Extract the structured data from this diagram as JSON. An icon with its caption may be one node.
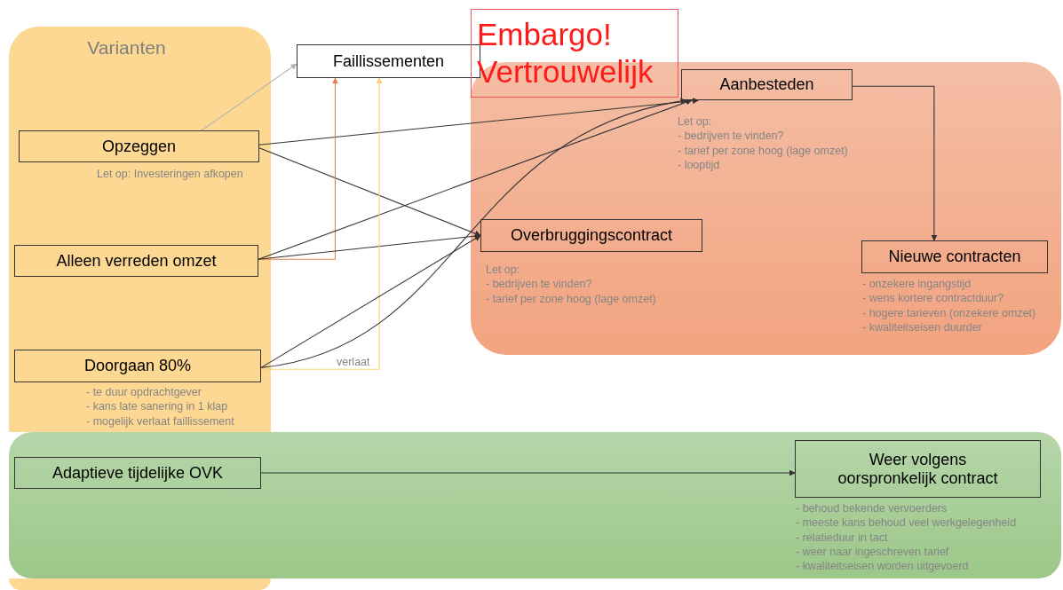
{
  "diagram": {
    "nodes": [
      {
        "text": [
          "Varianten"
        ]
      },
      {
        "text": [
          "Faillissementen"
        ]
      },
      {
        "text": [],
        "shape": "box"
      },
      {
        "text": [],
        "shape": "box"
      },
      {
        "text": [
          "Opzeggen"
        ],
        "in": 0,
        "beside": [
          "Let op: Investeringen afkopen"
        ]
      },
      {
        "text": [
          "Alleen verreden omzet"
        ],
        "in": 0
      },
      {
        "text": [
          "Doorgaan 80%"
        ],
        "in": 0,
        "beside": [
          "- te duur opdrachtgever",
          "- kans late sanering in 1 klap",
          "- mogelijk verlaat faillissement"
        ]
      },
      {
        "text": [
          "Aanbesteden"
        ],
        "in": 2,
        "beside": [
          "Let op:",
          "- bedrijven te vinden?",
          "- tarief per zone hoog (lage omzet)",
          "- looptijd"
        ]
      },
      {
        "text": [
          "Overbruggingscontract"
        ],
        "in": 2,
        "beside": [
          "Let op:",
          "- bedrijven te vinden?",
          "- tarief per zone hoog (lage omzet)"
        ]
      },
      {
        "text": [
          "Nieuwe contracten"
        ],
        "in": 2,
        "beside": [
          "- onzekere ingangstijd",
          "- wens kortere contractduur?",
          "- hogere tarieven (onzekere omzet)",
          "- kwaliteitseisen duurder"
        ]
      },
      {
        "text": [
          "Adaptieve tijdelijke OVK"
        ],
        "in": 3
      },
      {
        "text": [
          "Weer volgens oorspronkelijk contract"
        ],
        "in": 3,
        "beside": [
          "- behoud bekende vervoerders",
          "- meeste kans behoud veel werkgelegenheid",
          "- relatieduur in tact",
          "- weer naar ingeschreven tarief",
          "- kwaliteitseisen worden uitgevoerd"
        ]
      },
      {
        "text": [
          "Embargo! Vertrouwelijk"
        ]
      }
    ],
    "edges": [
      {
        "from": 4,
        "to": 1,
        "arrow": "to",
        "color": "#b3b3b3"
      },
      {
        "from": 4,
        "to": 7,
        "arrow": "to"
      },
      {
        "from": 4,
        "to": 8,
        "arrow": "to"
      },
      {
        "from": 5,
        "to": 1,
        "arrow": "to",
        "color": "#e8804a"
      },
      {
        "from": 5,
        "to": 7,
        "arrow": "to"
      },
      {
        "from": 5,
        "to": 8,
        "arrow": "to"
      },
      {
        "from": 6,
        "to": 1,
        "arrow": "to",
        "color": "#fcd079",
        "label": "verlaat"
      },
      {
        "from": 6,
        "to": 8,
        "arrow": "to"
      },
      {
        "from": 6,
        "to": 7,
        "arrow": "to"
      },
      {
        "from": 7,
        "to": 9,
        "arrow": "to"
      },
      {
        "from": 10,
        "to": 11,
        "arrow": "to"
      }
    ]
  }
}
